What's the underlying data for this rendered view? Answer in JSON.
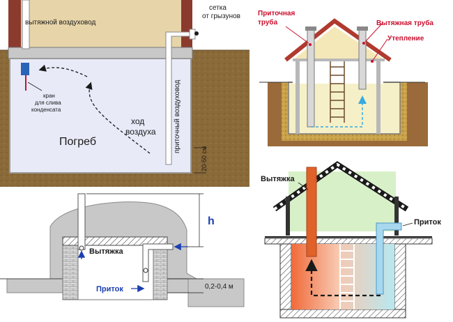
{
  "panel1": {
    "exhaust_duct": "вытяжной воздуховод",
    "mesh_line1": "сетка",
    "mesh_line2": "от грызунов",
    "supply_duct": "приточный воздуховод",
    "tap_line1": "кран",
    "tap_line2": "для слива",
    "tap_line3": "конденсата",
    "airflow_line1": "ход",
    "airflow_line2": "воздуха",
    "cellar": "Погреб",
    "gap": "20-50 см"
  },
  "panel2": {
    "supply_pipe_line1": "Приточная",
    "supply_pipe_line2": "труба",
    "exhaust_pipe": "Вытяжная труба",
    "insulation": "Утепление"
  },
  "panel3": {
    "height_mark": "h",
    "exhaust": "Вытяжка",
    "supply": "Приток",
    "gap": "0,2-0,4 м"
  },
  "panel4": {
    "exhaust": "Вытяжка",
    "supply": "Приток"
  },
  "colors": {
    "soil": "#8b6a3a",
    "brick": "#8b3a2e",
    "roof": "#b03a2e",
    "cellar_fill": "#e8eaf8",
    "warm_pipe": "#e0622a",
    "cool_pipe": "#a8d8ee",
    "label_red": "#c8102e",
    "label_blue": "#1a3fb0"
  }
}
